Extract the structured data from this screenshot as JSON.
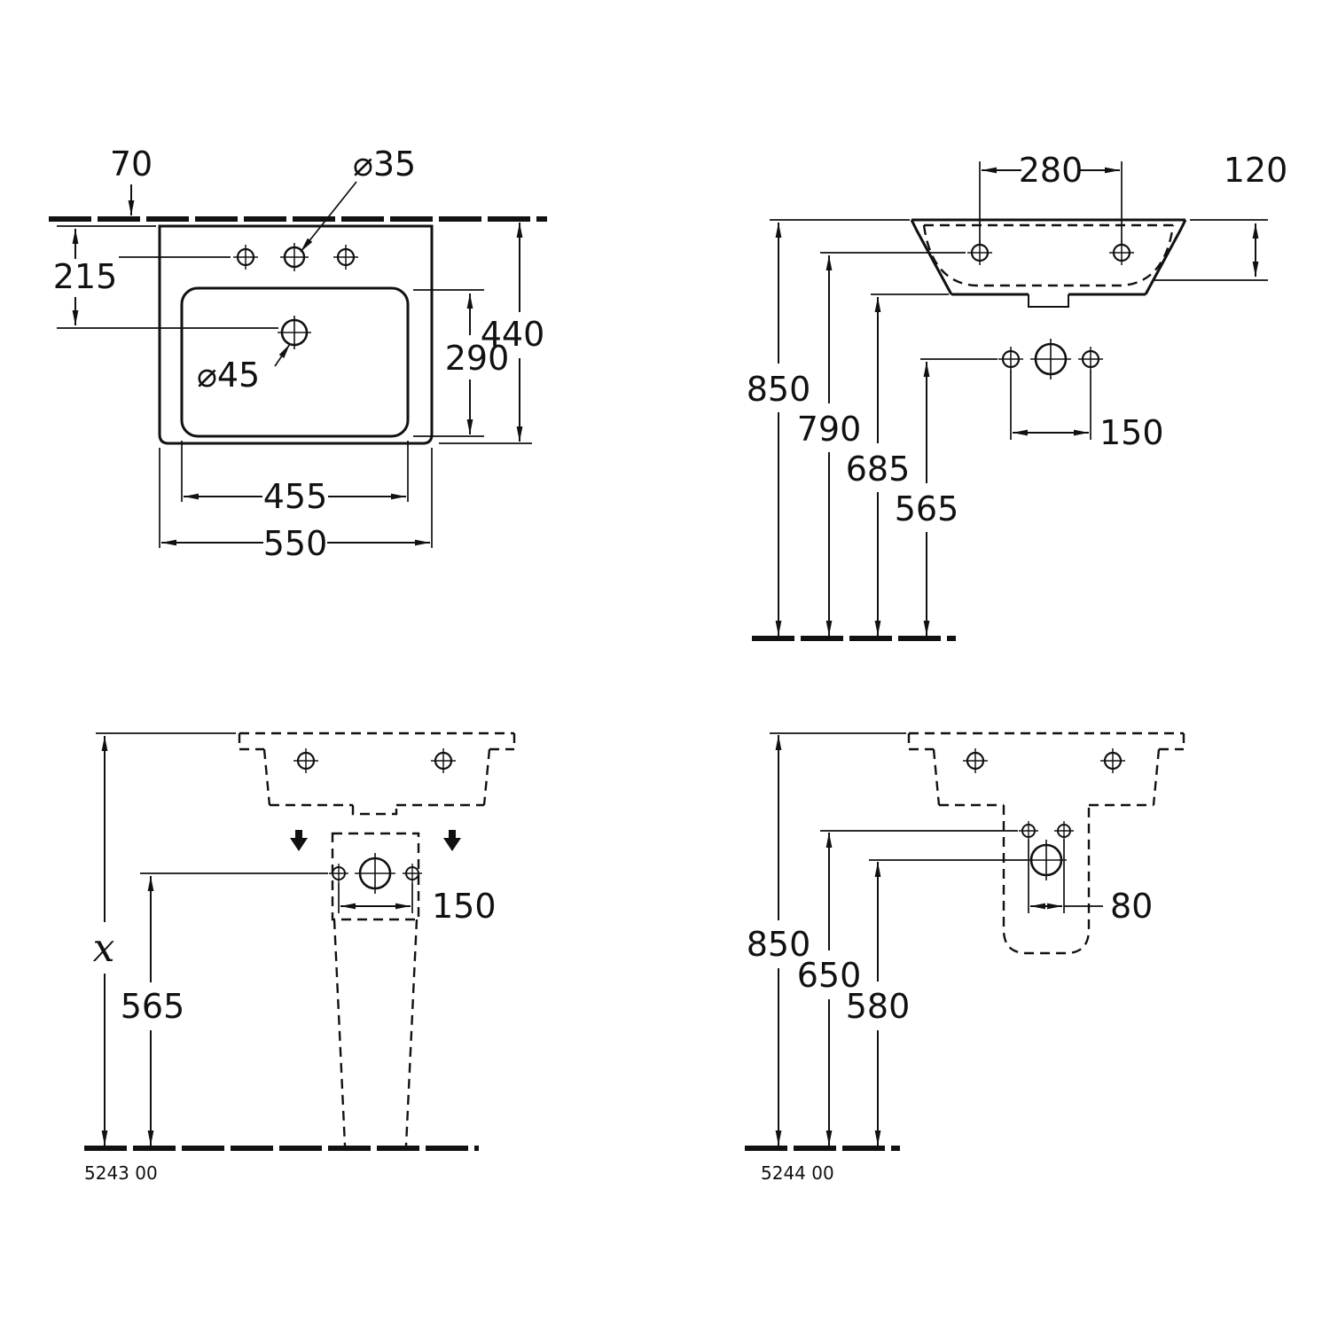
{
  "drawing": {
    "type": "technical-dimension-drawing",
    "product": "washbasin",
    "colors": {
      "background": "#ffffff",
      "line": "#111111"
    },
    "views": {
      "plan": {
        "label": "plan view",
        "dims": {
          "tap_edge_offset": "70",
          "rear_to_drain": "215",
          "tap_hole_diameter": "⌀35",
          "drain_diameter": "⌀45",
          "overall_depth": "440",
          "bowl_depth": "290",
          "bowl_width": "455",
          "overall_width": "550"
        }
      },
      "elevation": {
        "label": "side elevation",
        "dims": {
          "fixing_hole_spacing": "280",
          "basin_height": "120",
          "rim_height": "850",
          "fixing_height": "790",
          "underside_height": "685",
          "outlet_height": "565",
          "outlet_spacing": "150"
        }
      },
      "pedestal": {
        "label": "front view with pedestal",
        "model_code": "5243 00",
        "dims": {
          "total_height": "x",
          "outlet_height": "565",
          "outlet_spacing": "150"
        }
      },
      "siphon_cover": {
        "label": "front view with siphon cover",
        "model_code": "5244 00",
        "dims": {
          "rim_height": "850",
          "fixing_height": "650",
          "outlet_height": "580",
          "fixing_spacing": "80"
        }
      }
    }
  }
}
